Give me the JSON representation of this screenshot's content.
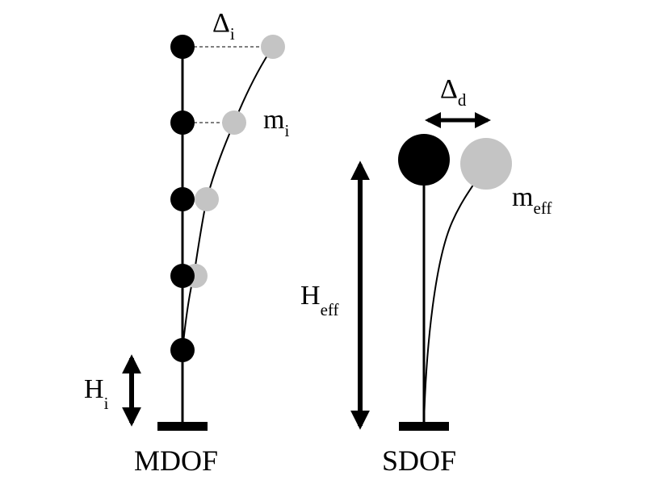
{
  "mdof": {
    "caption": "MDOF",
    "displacement_label": {
      "symbol": "Δ",
      "subscript": "i"
    },
    "mass_label": {
      "symbol": "m",
      "subscript": "i"
    },
    "height_label": {
      "symbol": "H",
      "subscript": "i"
    },
    "floors": 5
  },
  "sdof": {
    "caption": "SDOF",
    "displacement_label": {
      "symbol": "Δ",
      "subscript": "d"
    },
    "mass_label": {
      "symbol": "m",
      "subscript": "eff"
    },
    "height_label": {
      "symbol": "H",
      "subscript": "eff"
    }
  },
  "colors": {
    "original_mass": "#000000",
    "displaced_mass": "#c4c4c4",
    "line": "#000000",
    "dashed_guide": "#555555"
  }
}
